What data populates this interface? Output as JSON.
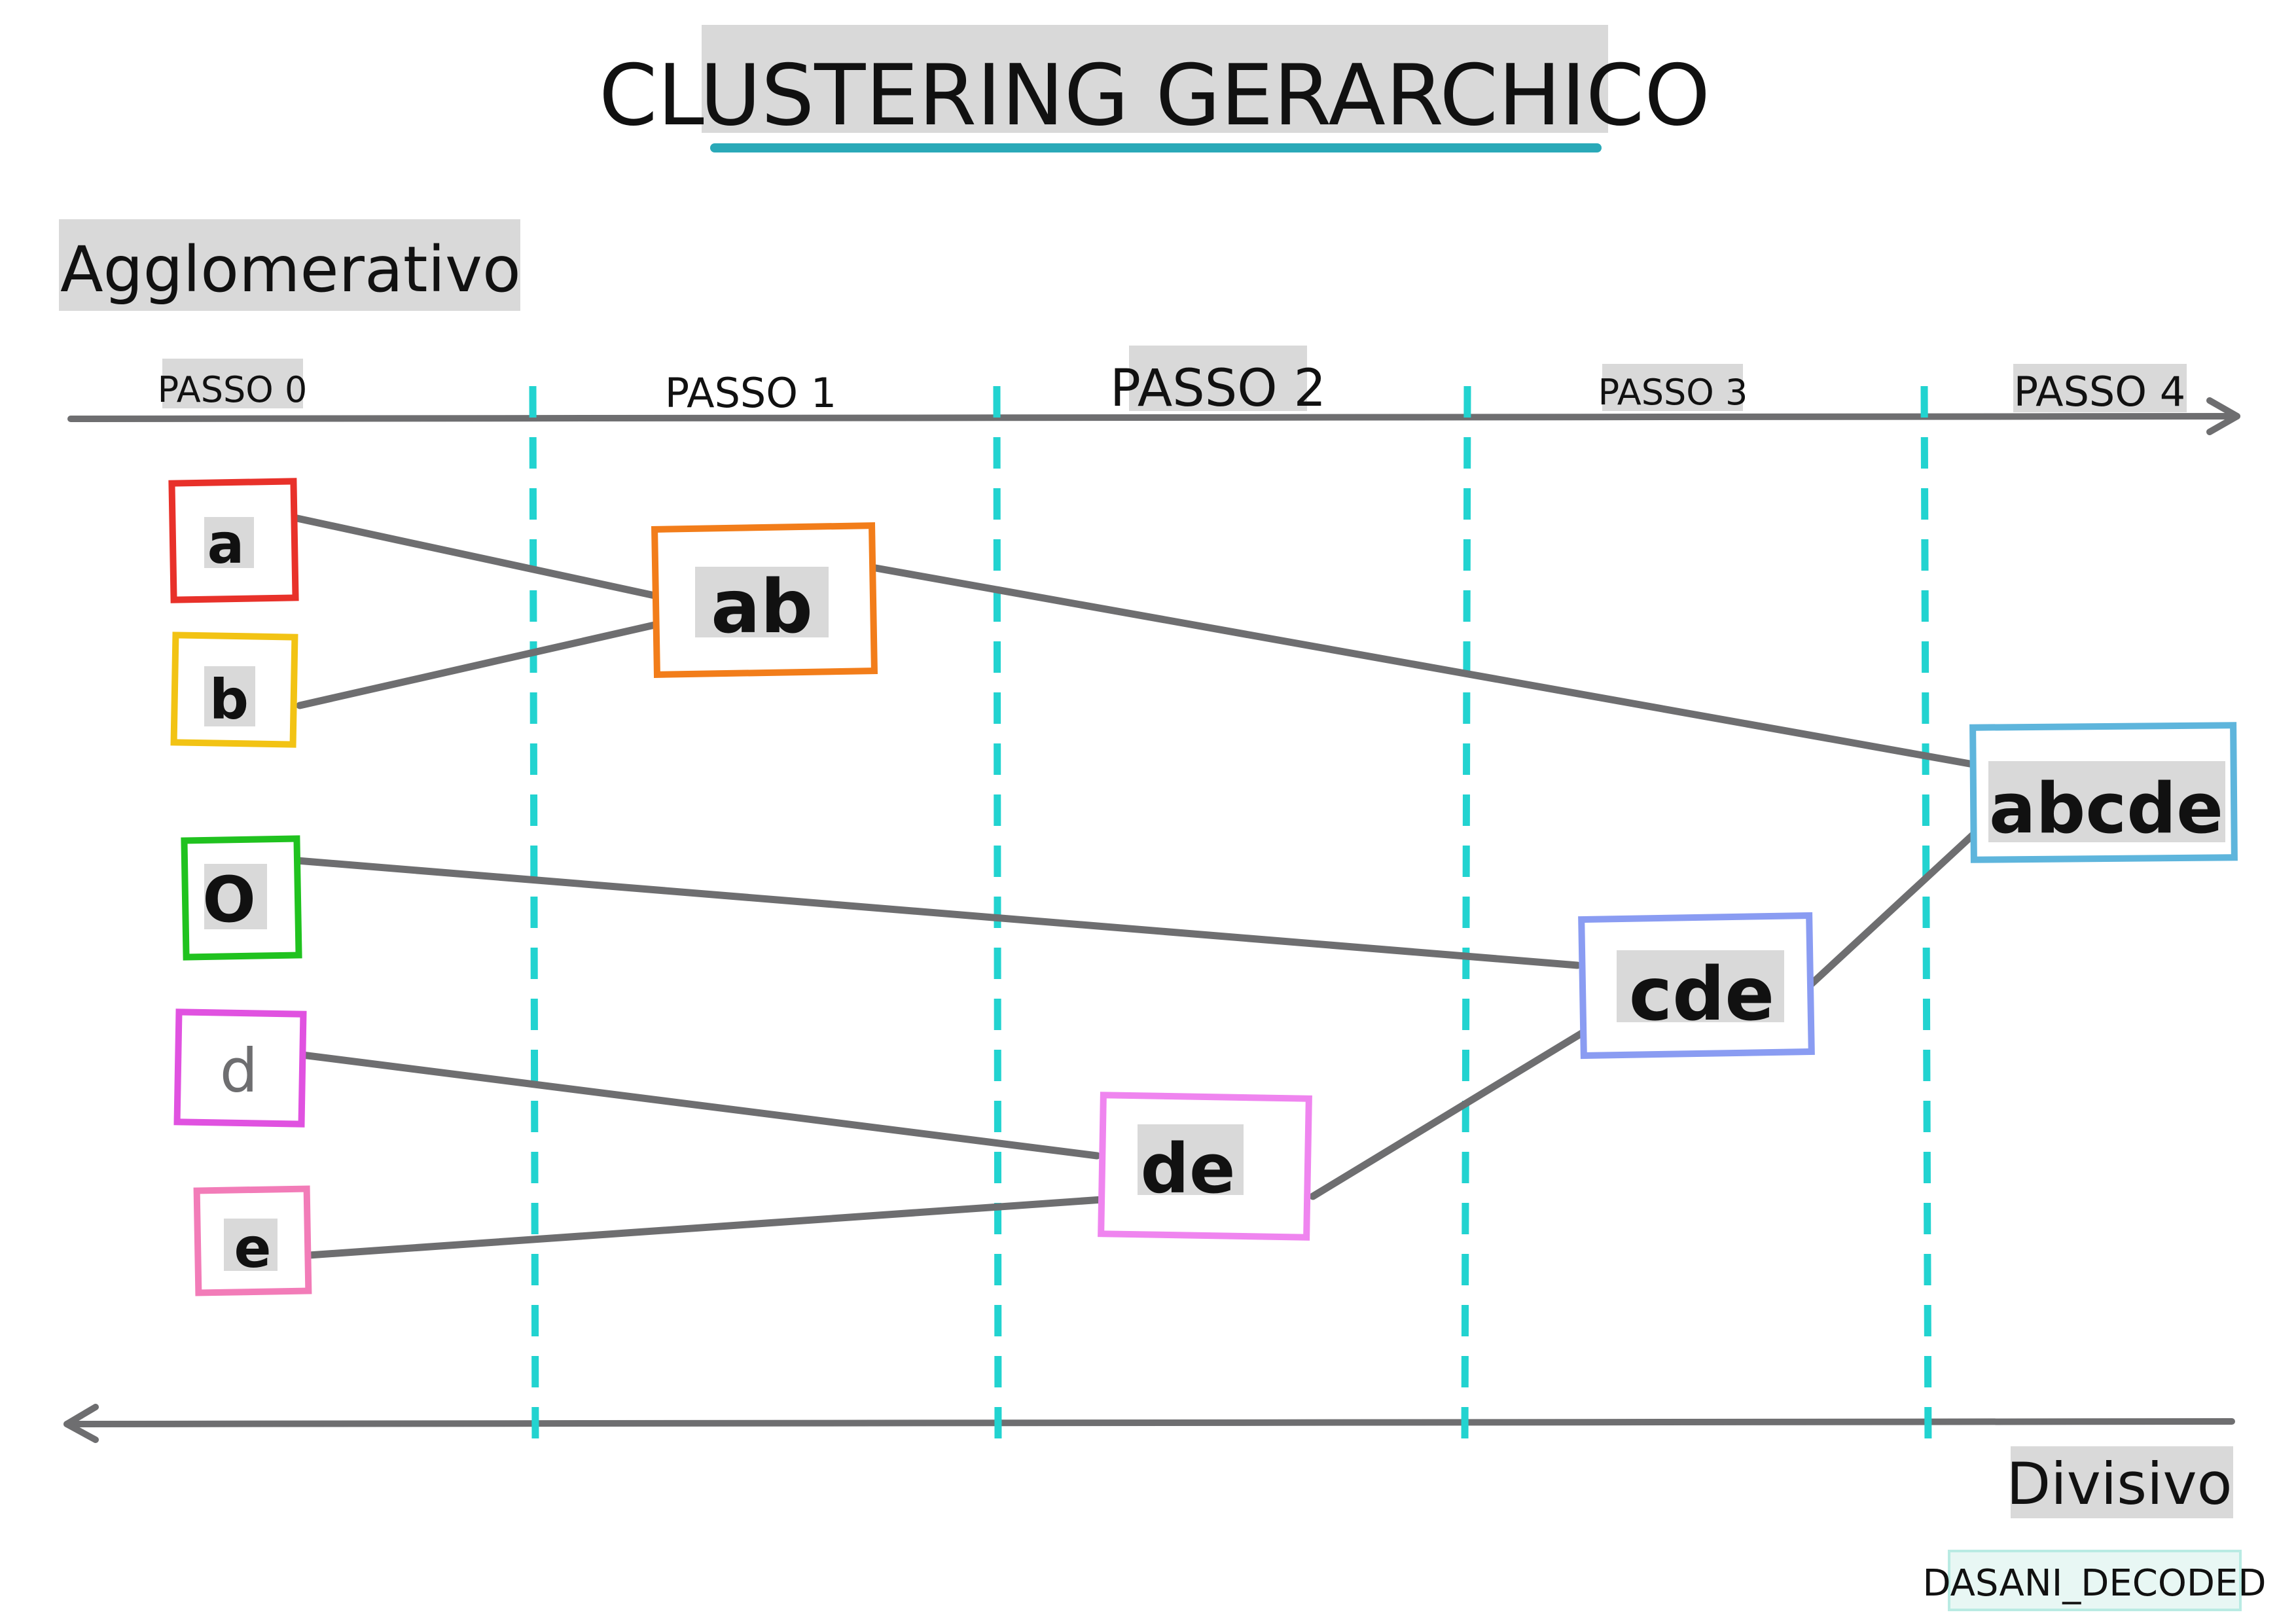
{
  "title": "CLUSTERING GERARCHICO",
  "direction_top": "Agglomerativo",
  "direction_bottom": "Divisivo",
  "steps": [
    "PASSO 0",
    "PASSO 1",
    "PASSO 2",
    "PASSO 3",
    "PASSO 4"
  ],
  "nodes": {
    "a": "a",
    "b": "b",
    "c": "O",
    "d": "d",
    "e": "e",
    "ab": "ab",
    "de": "de",
    "cde": "cde",
    "abcde": "abcde"
  },
  "credit": "DASANI_DECODED",
  "colors": {
    "a": "#e8312a",
    "b": "#f2c314",
    "c": "#20c21f",
    "d": "#e052e0",
    "e": "#f27cb8",
    "ab": "#f27d1a",
    "de": "#ef85ef",
    "cde": "#8a9cf2",
    "abcde": "#5eb5dc",
    "divider": "#22d3d0",
    "line": "#6e6e70",
    "title_underline": "#2aa9b8"
  }
}
